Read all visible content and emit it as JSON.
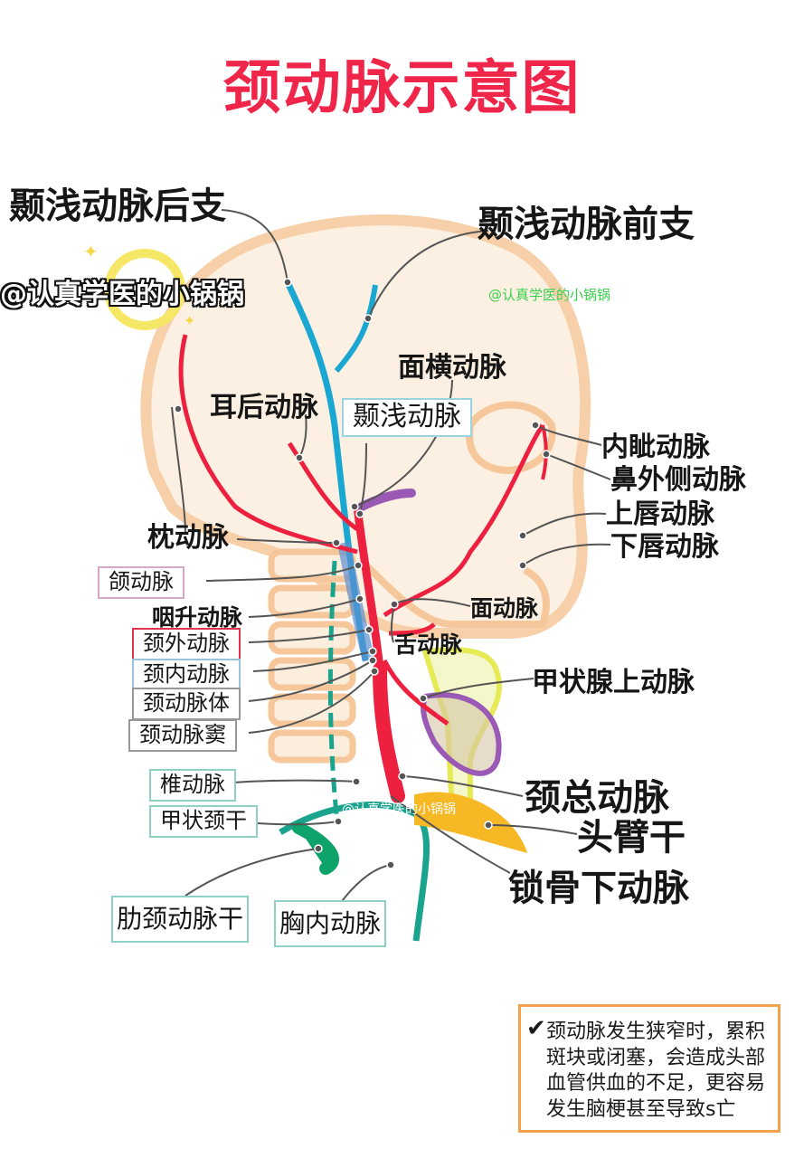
{
  "title": "颈动脉示意图",
  "watermarks": {
    "handle": "@认真学医的小锅锅",
    "small_1": "@认真学医的小锅锅",
    "small_2": "@认真学医的小锅锅"
  },
  "labels": {
    "superficial_temporal_posterior": "颞浅动脉后支",
    "superficial_temporal_anterior": "颞浅动脉前支",
    "transverse_facial": "面横动脉",
    "posterior_auricular": "耳后动脉",
    "superficial_temporal": "颞浅动脉",
    "medial_canthal": "内眦动脉",
    "lateral_nasal": "鼻外侧动脉",
    "superior_labial": "上唇动脉",
    "inferior_labial": "下唇动脉",
    "occipital": "枕动脉",
    "maxillary": "颌动脉",
    "ascending_pharyngeal": "咽升动脉",
    "external_carotid": "颈外动脉",
    "internal_carotid": "颈内动脉",
    "carotid_body": "颈动脉体",
    "carotid_sinus": "颈动脉窦",
    "facial": "面动脉",
    "lingual": "舌动脉",
    "superior_thyroid": "甲状腺上动脉",
    "vertebral": "椎动脉",
    "thyrocervical_trunk": "甲状颈干",
    "common_carotid": "颈总动脉",
    "brachiocephalic_trunk": "头臂干",
    "subclavian": "锁骨下动脉",
    "costocervical_trunk": "肋颈动脉干",
    "internal_thoracic": "胸内动脉"
  },
  "note": {
    "text": "颈动脉发生狭窄时，累积斑块或闭塞，会造成头部血管供血的不足，更容易发生脑梗甚至导致s亡"
  },
  "colors": {
    "title": "#f0254a",
    "artery": "#ee2040",
    "internal_artery": "#1aa7d1",
    "vein_green": "#1aa48d",
    "skull_outline": "#f6c79a",
    "skull_fill": "#fbeedd",
    "thyroid": "#9b59b6",
    "trunk_yellow": "#f7b825",
    "note_border": "#f3a14a"
  }
}
